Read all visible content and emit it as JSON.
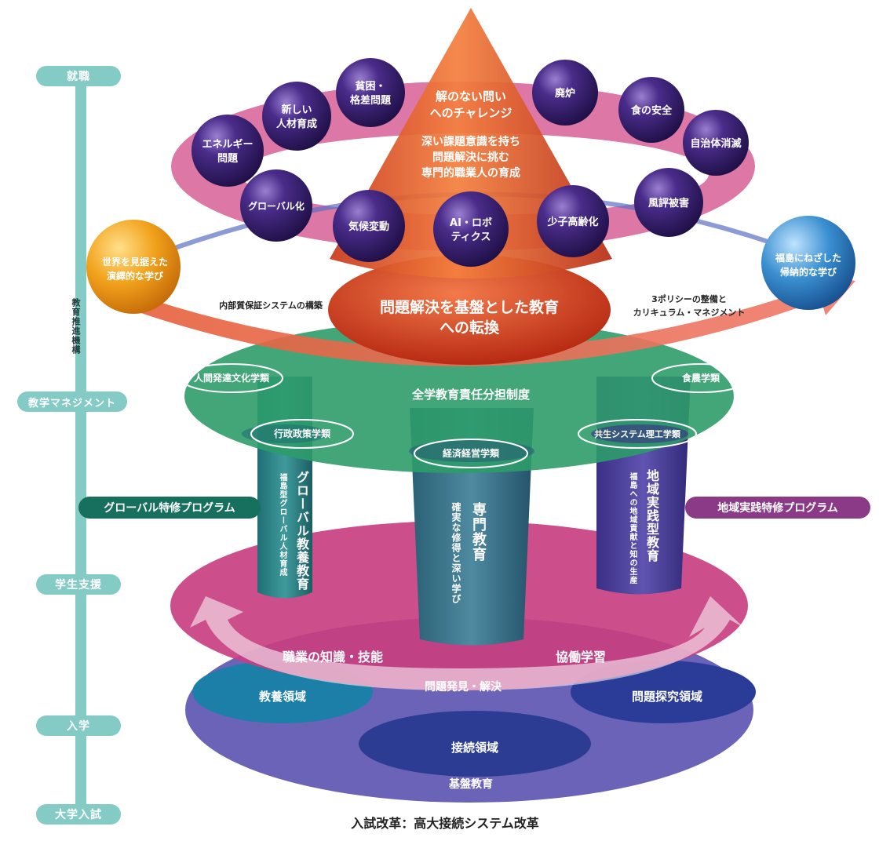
{
  "timeline": {
    "labels": [
      "就職",
      "教学マネジメント",
      "学生支援",
      "入学",
      "大学入試"
    ],
    "axis_label": "教育推進機構"
  },
  "cone": {
    "top_lines": [
      "解のない問い",
      "へのチャレンジ"
    ],
    "mid_lines": [
      "深い課題意識を持ち",
      "問題解決に挑む",
      "専門的職業人の育成"
    ],
    "base_lines": [
      "問題解決を基盤とした教育",
      "への転換"
    ]
  },
  "issues": [
    {
      "id": "hinkon",
      "lines": [
        "貧困・",
        "格差問題"
      ]
    },
    {
      "id": "jinzai",
      "lines": [
        "新しい",
        "人材育成"
      ]
    },
    {
      "id": "energy",
      "lines": [
        "エネルギー",
        "問題"
      ]
    },
    {
      "id": "global",
      "lines": [
        "グローバル化"
      ]
    },
    {
      "id": "kiko",
      "lines": [
        "気候変動"
      ]
    },
    {
      "id": "ai",
      "lines": [
        "AI・ロボ",
        "ティクス"
      ]
    },
    {
      "id": "shoshi",
      "lines": [
        "少子高齢化"
      ]
    },
    {
      "id": "fuhyo",
      "lines": [
        "風評被害"
      ]
    },
    {
      "id": "jichitai",
      "lines": [
        "自治体消滅"
      ]
    },
    {
      "id": "shoku",
      "lines": [
        "食の安全"
      ]
    },
    {
      "id": "hairo",
      "lines": [
        "廃炉"
      ]
    }
  ],
  "spheres": {
    "left_lines": [
      "世界を見据えた",
      "演繹的な学び"
    ],
    "right_lines": [
      "福島にねざした",
      "帰納的な学び"
    ]
  },
  "annotations": {
    "left": "内部質保証システムの構築",
    "right_lines": [
      "3ポリシーの整備と",
      "カリキュラム・マネジメント"
    ]
  },
  "green_disc": {
    "title": "全学教育責任分担制度",
    "faculties": [
      "人間発達文化学類",
      "食農学類",
      "行政政策学類",
      "経済経営学類",
      "共生システム理工学類"
    ]
  },
  "pillars": {
    "left_title": "グローバル教養教育",
    "left_sub": "福島型グローバル人材育成",
    "center_title": "専門教育",
    "center_sub": "確実な修得と深い学び",
    "right_title": "地域実践型教育",
    "right_sub": "福島への地域貢献と知の生産"
  },
  "programs": {
    "left": "グローバル特修プログラム",
    "right": "地域実践特修プログラム"
  },
  "magenta_disc": {
    "left": "職業の知識・技能",
    "right": "協働学習",
    "bottom": "問題発見・解決"
  },
  "base": {
    "left": "教養領域",
    "right": "問題探究領域",
    "center": "接続領域",
    "bottom": "基盤教育"
  },
  "footer": "入試改革：高大接続システム改革",
  "colors": {
    "timeline": "#84cbc6",
    "cone": "#e8532a",
    "issue_sphere": "#3b1f72",
    "ring_magenta": "#d24a88",
    "disc_green": "#2e9c6a",
    "disc_blue": "#5a4ea8",
    "sphere_left": "#f2a21c",
    "sphere_right": "#3a8fd0",
    "prog_left": "#17705e",
    "prog_right": "#8a3a86"
  }
}
